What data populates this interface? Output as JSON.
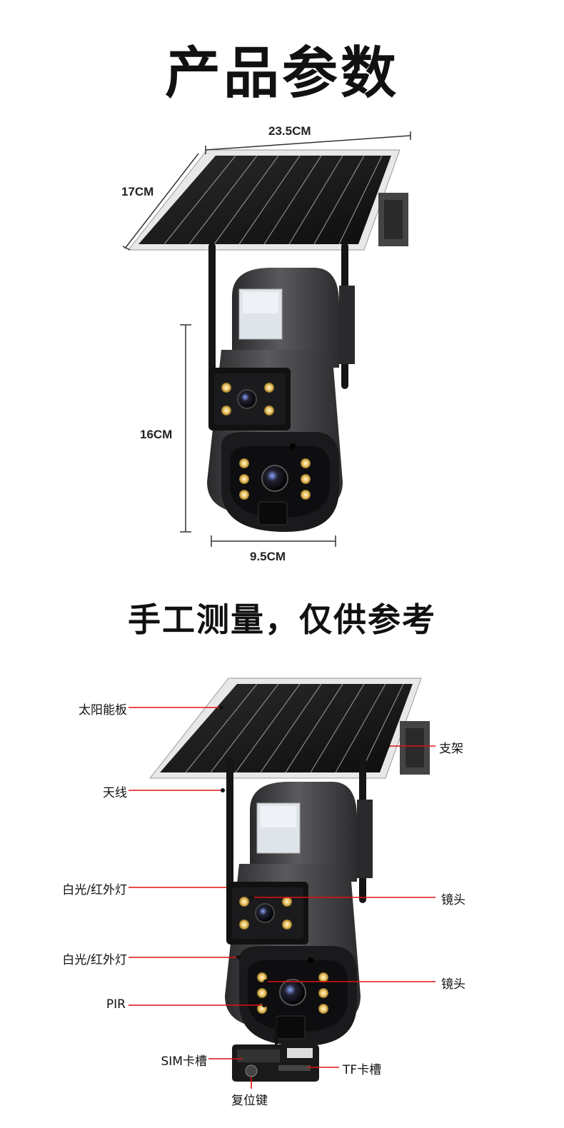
{
  "header": {
    "title": "产品参数"
  },
  "dimensions": {
    "panel_width": "23.5CM",
    "panel_depth": "17CM",
    "camera_height": "16CM",
    "camera_width": "9.5CM"
  },
  "note": "手工测量，仅供参考",
  "callouts": {
    "solar_panel": "太阳能板",
    "bracket": "支架",
    "antenna": "天线",
    "upper_light": "白光/红外灯",
    "upper_lens": "镜头",
    "lower_light": "白光/红外灯",
    "lower_lens": "镜头",
    "pir": "PIR",
    "sim_slot": "SIM卡槽",
    "tf_slot": "TF卡槽",
    "reset_key": "复位键"
  },
  "colors": {
    "callout_line": "#e01010",
    "camera_body": "#3c3c3e"
  }
}
